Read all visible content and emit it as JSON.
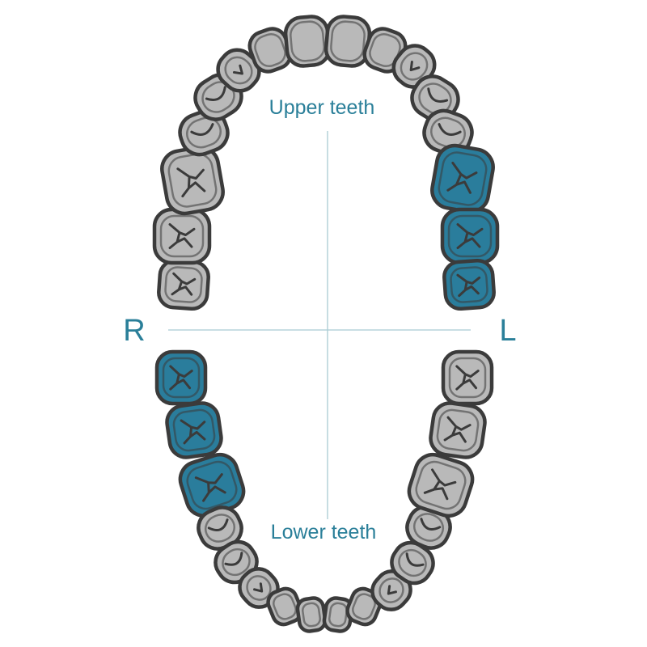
{
  "labels": {
    "upper": "Upper teeth",
    "lower": "Lower teeth",
    "right": "R",
    "left": "L"
  },
  "colors": {
    "tooth": "#b9b9b9",
    "highlight": "#2a7d9c",
    "outline": "#3b3b3b",
    "label": "#2a7f99",
    "axis": "#a9cbd3"
  },
  "arches": {
    "upper": {
      "tooth_count": 16,
      "highlighted_teeth": [
        "upper-left-first-molar",
        "upper-left-second-molar",
        "upper-left-third-molar"
      ]
    },
    "lower": {
      "tooth_count": 16,
      "highlighted_teeth": [
        "lower-right-first-molar",
        "lower-right-second-molar",
        "lower-right-third-molar"
      ]
    }
  }
}
